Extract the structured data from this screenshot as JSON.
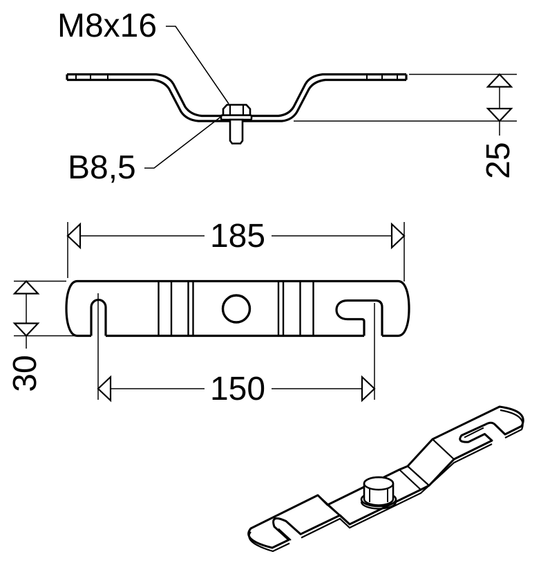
{
  "drawing": {
    "labels": {
      "bolt_spec": "M8x16",
      "hole_spec": "B8,5"
    },
    "dimensions": {
      "overall_length": "185",
      "slot_spacing": "150",
      "width": "30",
      "height": "25"
    },
    "colors": {
      "line": "#000000",
      "background": "#ffffff"
    }
  }
}
